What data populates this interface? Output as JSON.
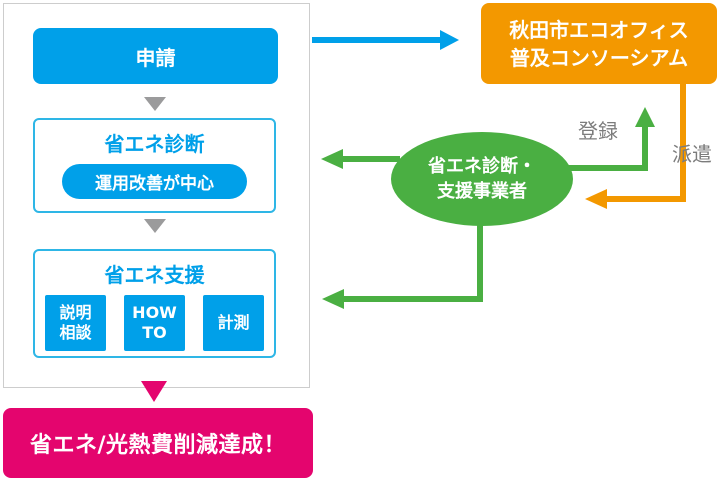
{
  "flow": {
    "application": "申請",
    "diagnosis_title": "省エネ診断",
    "diagnosis_note": "運用改善が中心",
    "support_title": "省エネ支援",
    "support_items": [
      {
        "line1": "説明",
        "line2": "相談"
      },
      {
        "line1": "HOW",
        "line2": "TO"
      },
      {
        "line1": "計測",
        "line2": ""
      }
    ],
    "result": "省エネ/光熱費削減達成！"
  },
  "consortium": {
    "line1": "秋田市エコオフィス",
    "line2": "普及コンソーシアム"
  },
  "provider": {
    "line1": "省エネ診断・",
    "line2": "支援事業者"
  },
  "labels": {
    "register": "登録",
    "dispatch": "派遣"
  },
  "colors": {
    "blue": "#00A0E9",
    "blue_border": "#2EB6E6",
    "green": "#4AAF42",
    "orange": "#F39800",
    "magenta": "#E4056E",
    "gray_arrow": "#9B9B9C",
    "label_gray": "#7C7C7C",
    "panel_border": "#CDCDCD"
  }
}
